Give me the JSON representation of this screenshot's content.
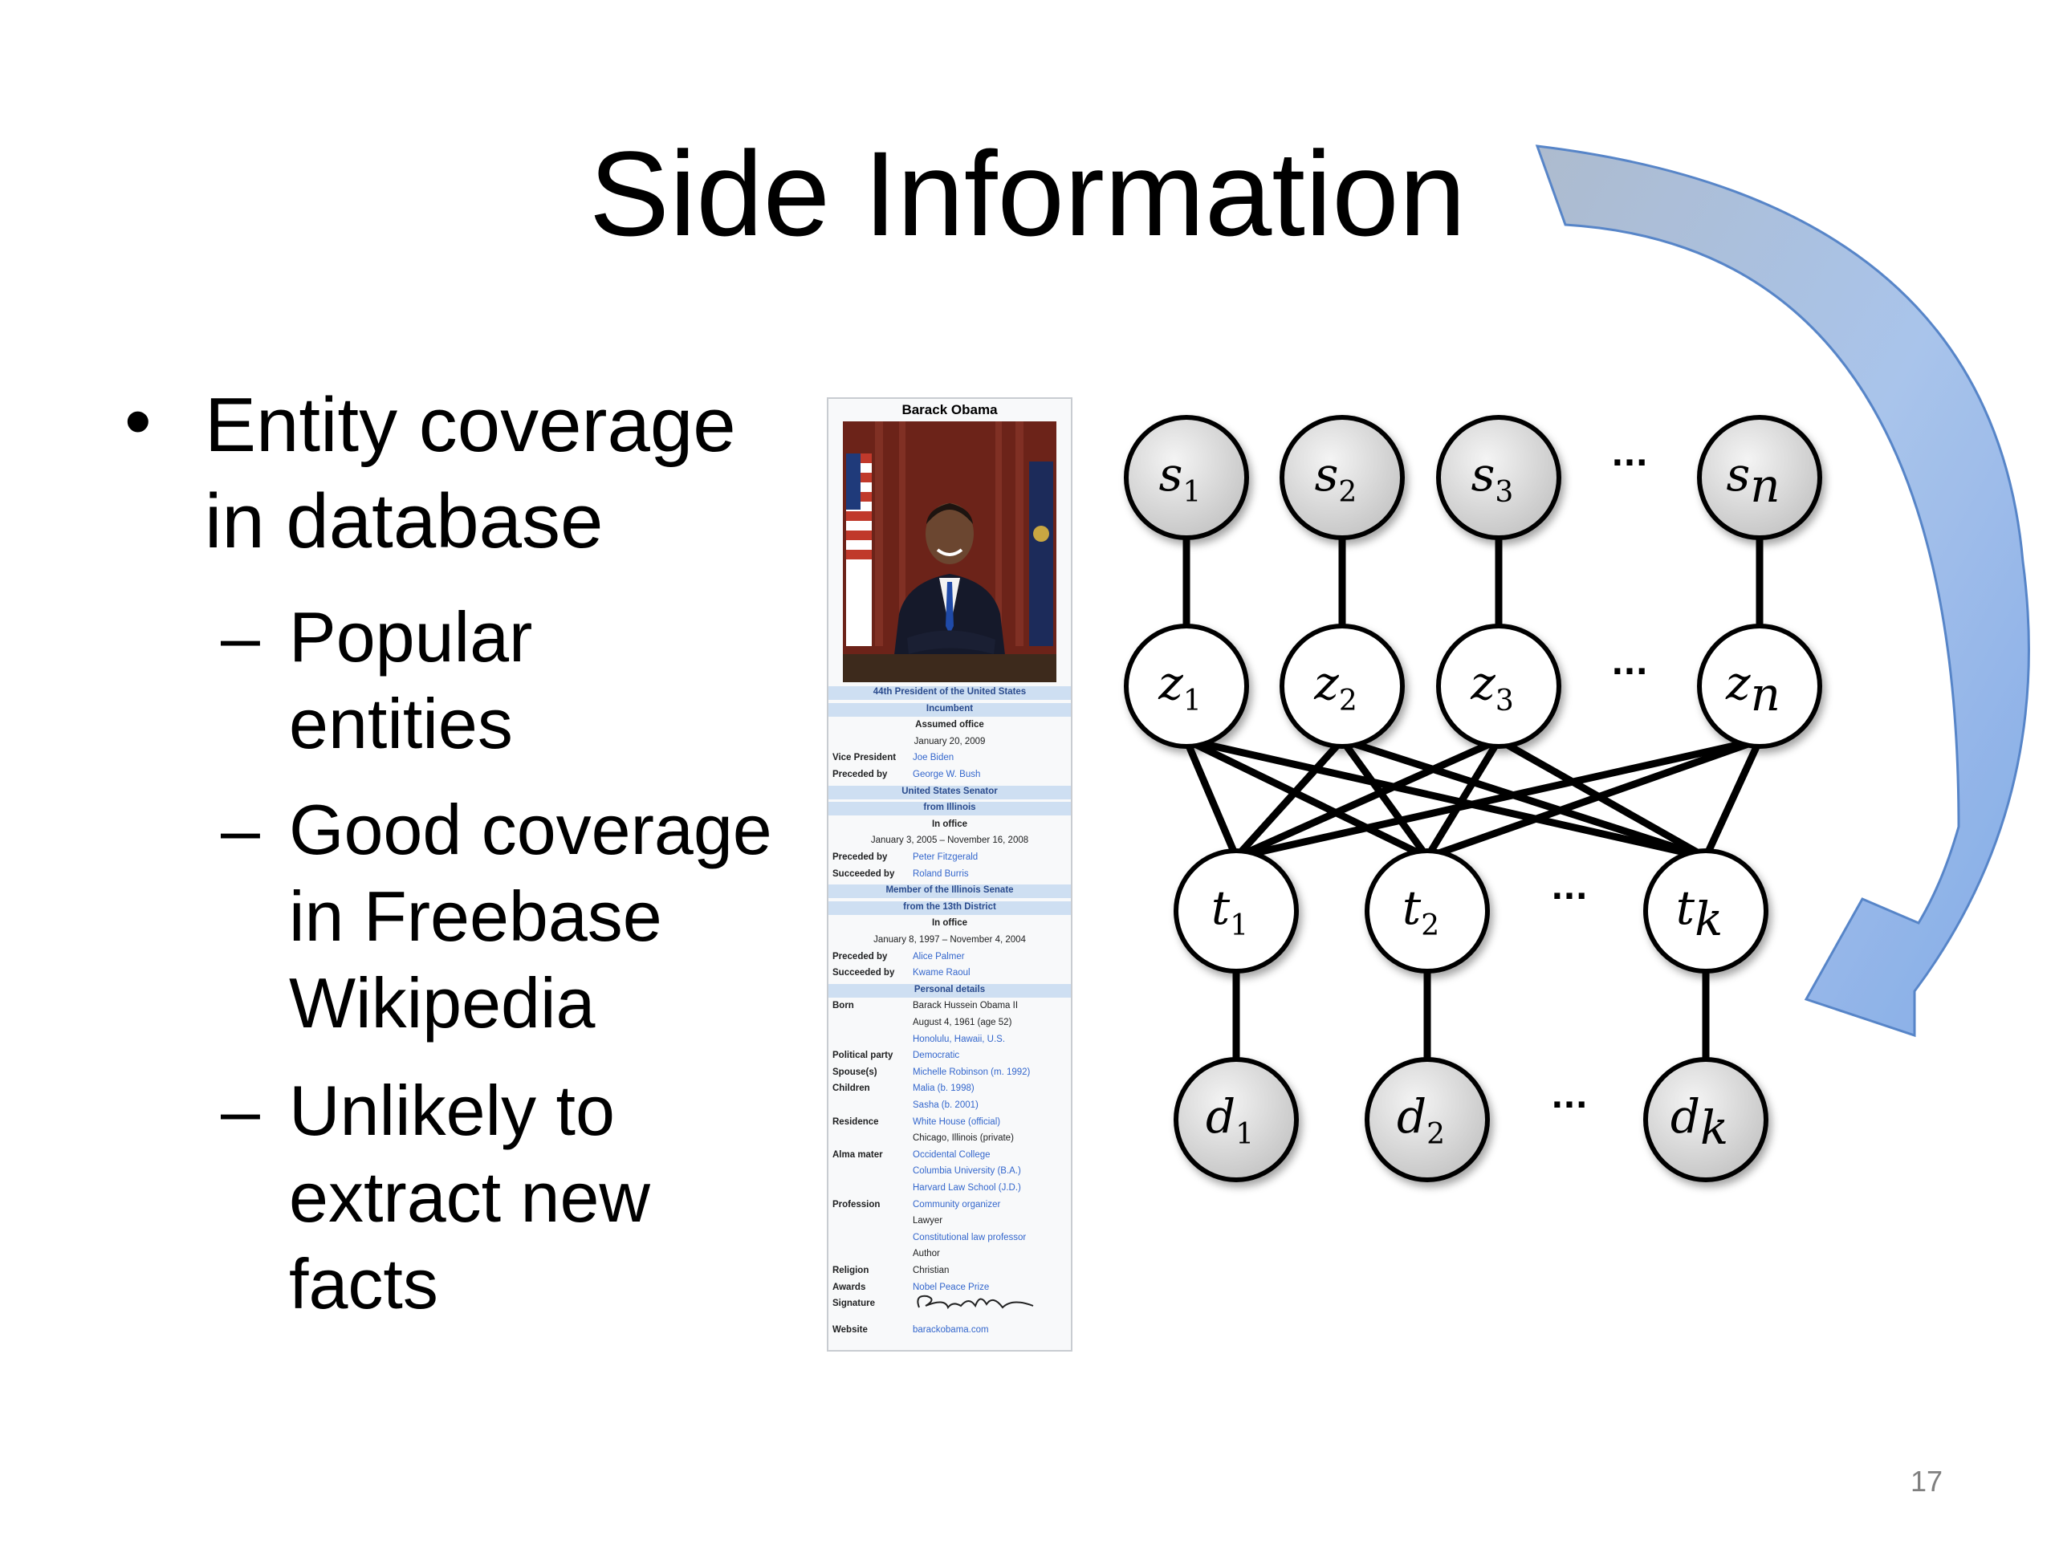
{
  "slide": {
    "title": "Side Information",
    "page_number": "17",
    "bullet": {
      "line1": "Entity coverage",
      "line2": "in database"
    },
    "subbullets": [
      {
        "lines": [
          "Popular",
          "entities"
        ]
      },
      {
        "lines": [
          "Good coverage",
          "in Freebase",
          "Wikipedia"
        ]
      },
      {
        "lines": [
          "Unlikely to",
          "extract new",
          "facts"
        ]
      }
    ],
    "dash": "–"
  },
  "infobox": {
    "title": "Barack Obama",
    "rows": [
      {
        "kind": "head",
        "text": "44th President of the United States"
      },
      {
        "kind": "head",
        "text": "Incumbent"
      },
      {
        "kind": "center",
        "text": "Assumed office",
        "bold": true
      },
      {
        "kind": "center",
        "text": "January 20, 2009"
      },
      {
        "kind": "pair",
        "label": "Vice President",
        "value": "Joe Biden"
      },
      {
        "kind": "pair",
        "label": "Preceded by",
        "value": "George W. Bush"
      },
      {
        "kind": "head",
        "text": "United States Senator"
      },
      {
        "kind": "head",
        "text": "from Illinois"
      },
      {
        "kind": "center",
        "text": "In office",
        "bold": true
      },
      {
        "kind": "center",
        "text": "January 3, 2005 – November 16, 2008"
      },
      {
        "kind": "pair",
        "label": "Preceded by",
        "value": "Peter Fitzgerald"
      },
      {
        "kind": "pair",
        "label": "Succeeded by",
        "value": "Roland Burris"
      },
      {
        "kind": "head",
        "text": "Member of the Illinois Senate"
      },
      {
        "kind": "head",
        "text": "from the 13th District"
      },
      {
        "kind": "center",
        "text": "In office",
        "bold": true
      },
      {
        "kind": "center",
        "text": "January 8, 1997 – November 4, 2004"
      },
      {
        "kind": "pair",
        "label": "Preceded by",
        "value": "Alice Palmer"
      },
      {
        "kind": "pair",
        "label": "Succeeded by",
        "value": "Kwame Raoul"
      },
      {
        "kind": "head",
        "text": "Personal details"
      },
      {
        "kind": "pair",
        "label": "Born",
        "value": "Barack Hussein Obama II",
        "plain": true
      },
      {
        "kind": "pair",
        "label": "",
        "value": "August 4, 1961 (age 52)",
        "plain": true
      },
      {
        "kind": "pair",
        "label": "",
        "value": "Honolulu, Hawaii, U.S."
      },
      {
        "kind": "pair",
        "label": "Political party",
        "value": "Democratic"
      },
      {
        "kind": "pair",
        "label": "Spouse(s)",
        "value": "Michelle Robinson (m. 1992)"
      },
      {
        "kind": "pair",
        "label": "Children",
        "value": "Malia (b. 1998)"
      },
      {
        "kind": "pair",
        "label": "",
        "value": "Sasha (b. 2001)"
      },
      {
        "kind": "pair",
        "label": "Residence",
        "value": "White House (official)"
      },
      {
        "kind": "pair",
        "label": "",
        "value": "Chicago, Illinois (private)",
        "plain": true
      },
      {
        "kind": "pair",
        "label": "Alma mater",
        "value": "Occidental College"
      },
      {
        "kind": "pair",
        "label": "",
        "value": "Columbia University (B.A.)"
      },
      {
        "kind": "pair",
        "label": "",
        "value": "Harvard Law School (J.D.)"
      },
      {
        "kind": "pair",
        "label": "Profession",
        "value": "Community organizer"
      },
      {
        "kind": "pair",
        "label": "",
        "value": "Lawyer",
        "plain": true
      },
      {
        "kind": "pair",
        "label": "",
        "value": "Constitutional law professor"
      },
      {
        "kind": "pair",
        "label": "",
        "value": "Author",
        "plain": true
      },
      {
        "kind": "pair",
        "label": "Religion",
        "value": "Christian",
        "plain": true
      },
      {
        "kind": "pair",
        "label": "Awards",
        "value": "Nobel Peace Prize"
      },
      {
        "kind": "pair",
        "label": "Signature",
        "value": ""
      },
      {
        "kind": "pair",
        "label": "Website",
        "value": "barackobama.com"
      }
    ]
  },
  "diagram": {
    "ellipsis": "···",
    "s_nodes": [
      {
        "var": "s",
        "sub": "1"
      },
      {
        "var": "s",
        "sub": "2"
      },
      {
        "var": "s",
        "sub": "3"
      },
      {
        "var": "s",
        "sub": "n"
      }
    ],
    "z_nodes": [
      {
        "var": "z",
        "sub": "1"
      },
      {
        "var": "z",
        "sub": "2"
      },
      {
        "var": "z",
        "sub": "3"
      },
      {
        "var": "z",
        "sub": "n"
      }
    ],
    "t_nodes": [
      {
        "var": "t",
        "sub": "1"
      },
      {
        "var": "t",
        "sub": "2"
      },
      {
        "var": "t",
        "sub": "k"
      }
    ],
    "d_nodes": [
      {
        "var": "d",
        "sub": "1"
      },
      {
        "var": "d",
        "sub": "2"
      },
      {
        "var": "d",
        "sub": "k"
      }
    ],
    "colors": {
      "shaded_fill": "#d4d4d4",
      "plain_fill": "#ffffff",
      "edge": "#000000",
      "arrow": "#8fb3e6"
    }
  }
}
